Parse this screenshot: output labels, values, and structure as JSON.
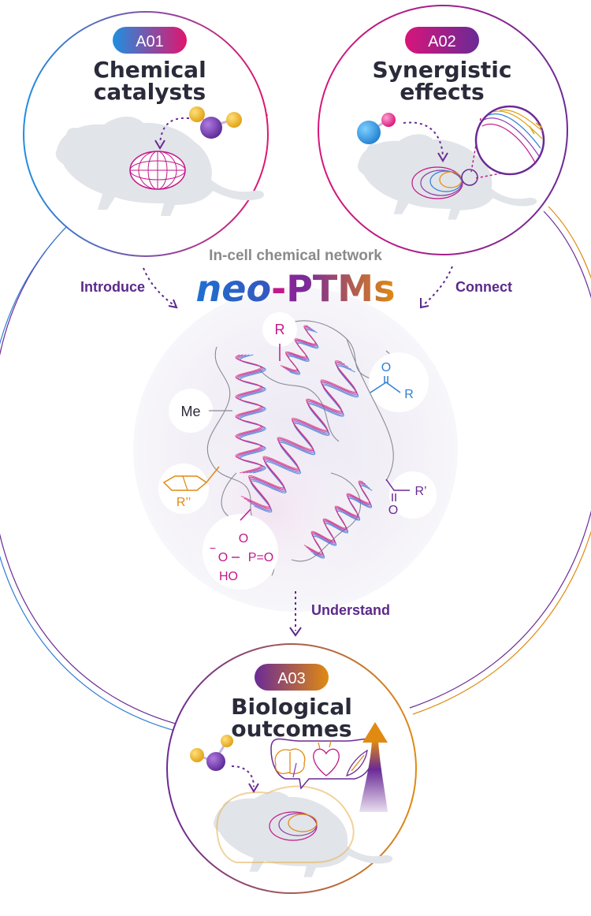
{
  "network_label": "In-cell chemical network",
  "brand": {
    "prefix": "neo",
    "dash": "-",
    "suffix": "PTMs"
  },
  "modules": [
    {
      "tag": "A01",
      "title_line1": "Chemical",
      "title_line2": "catalysts"
    },
    {
      "tag": "A02",
      "title_line1": "Synergistic",
      "title_line2": "effects"
    },
    {
      "tag": "A03",
      "title_line1": "Biological",
      "title_line2": "outcomes"
    }
  ],
  "arrows": {
    "introduce": "Introduce",
    "connect": "Connect",
    "understand": "Understand"
  },
  "modifications": {
    "methyl": "Me",
    "r1": "R",
    "acyl_o": "O",
    "acyl_r": "R",
    "ester_r": "R’",
    "ester_o": "O",
    "ring_r": "R’’",
    "phos_o_top": "O",
    "phos_neg": "−",
    "phos_o_left": "O",
    "phos_mid": "P=O",
    "phos_ho": "HO"
  },
  "colors": {
    "blue": "#2f7fd4",
    "magenta": "#d4157a",
    "purple": "#6a2a96",
    "orange": "#e08a12",
    "grey_text": "#8a8a8a"
  }
}
